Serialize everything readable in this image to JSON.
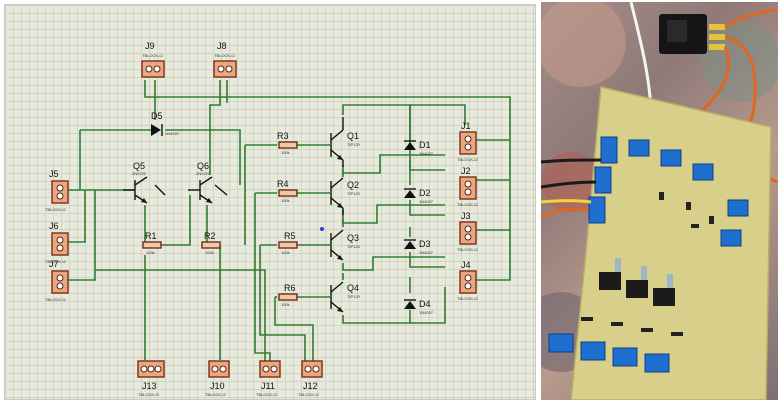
{
  "schematic": {
    "connectors": [
      {
        "ref": "J9",
        "value": "TBLOCK-I2"
      },
      {
        "ref": "J8",
        "value": "TBLOCK-I2"
      },
      {
        "ref": "J5",
        "value": "TBLOCK-I2"
      },
      {
        "ref": "J6",
        "value": "TBLOCK-I2"
      },
      {
        "ref": "J7",
        "value": "TBLOCK-I2"
      },
      {
        "ref": "J1",
        "value": "TBLOCK-I2"
      },
      {
        "ref": "J2",
        "value": "TBLOCK-I2"
      },
      {
        "ref": "J3",
        "value": "TBLOCK-I2"
      },
      {
        "ref": "J4",
        "value": "TBLOCK-I2"
      },
      {
        "ref": "J13",
        "value": "TBLOCK-I3"
      },
      {
        "ref": "J10",
        "value": "TBLOCK-I2"
      },
      {
        "ref": "J11",
        "value": "TBLOCK-I2"
      },
      {
        "ref": "J12",
        "value": "TBLOCK-I2"
      }
    ],
    "transistors": [
      {
        "ref": "Q5",
        "value": "2N2222"
      },
      {
        "ref": "Q6",
        "value": "2N2222"
      },
      {
        "ref": "Q1",
        "value": "TIP120"
      },
      {
        "ref": "Q2",
        "value": "TIP120"
      },
      {
        "ref": "Q3",
        "value": "TIP120"
      },
      {
        "ref": "Q4",
        "value": "TIP120"
      }
    ],
    "resistors": [
      {
        "ref": "R1",
        "value": "100k"
      },
      {
        "ref": "R2",
        "value": "100k"
      },
      {
        "ref": "R3",
        "value": "100k"
      },
      {
        "ref": "R4",
        "value": "100k"
      },
      {
        "ref": "R5",
        "value": "100k"
      },
      {
        "ref": "R6",
        "value": "100k"
      }
    ],
    "diodes": [
      {
        "ref": "D5",
        "value": "1N4007"
      },
      {
        "ref": "D1",
        "value": "1N4007"
      },
      {
        "ref": "D2",
        "value": "1N4007"
      },
      {
        "ref": "D3",
        "value": "1N4007"
      },
      {
        "ref": "D4",
        "value": "1N4007"
      }
    ]
  },
  "colors": {
    "grid_background": "#e8e9dd",
    "wire": "#2f7d32",
    "connector": "#e9a882",
    "terminal_block_blue": "#1f6fd1",
    "pcb": "#d8d08a"
  }
}
